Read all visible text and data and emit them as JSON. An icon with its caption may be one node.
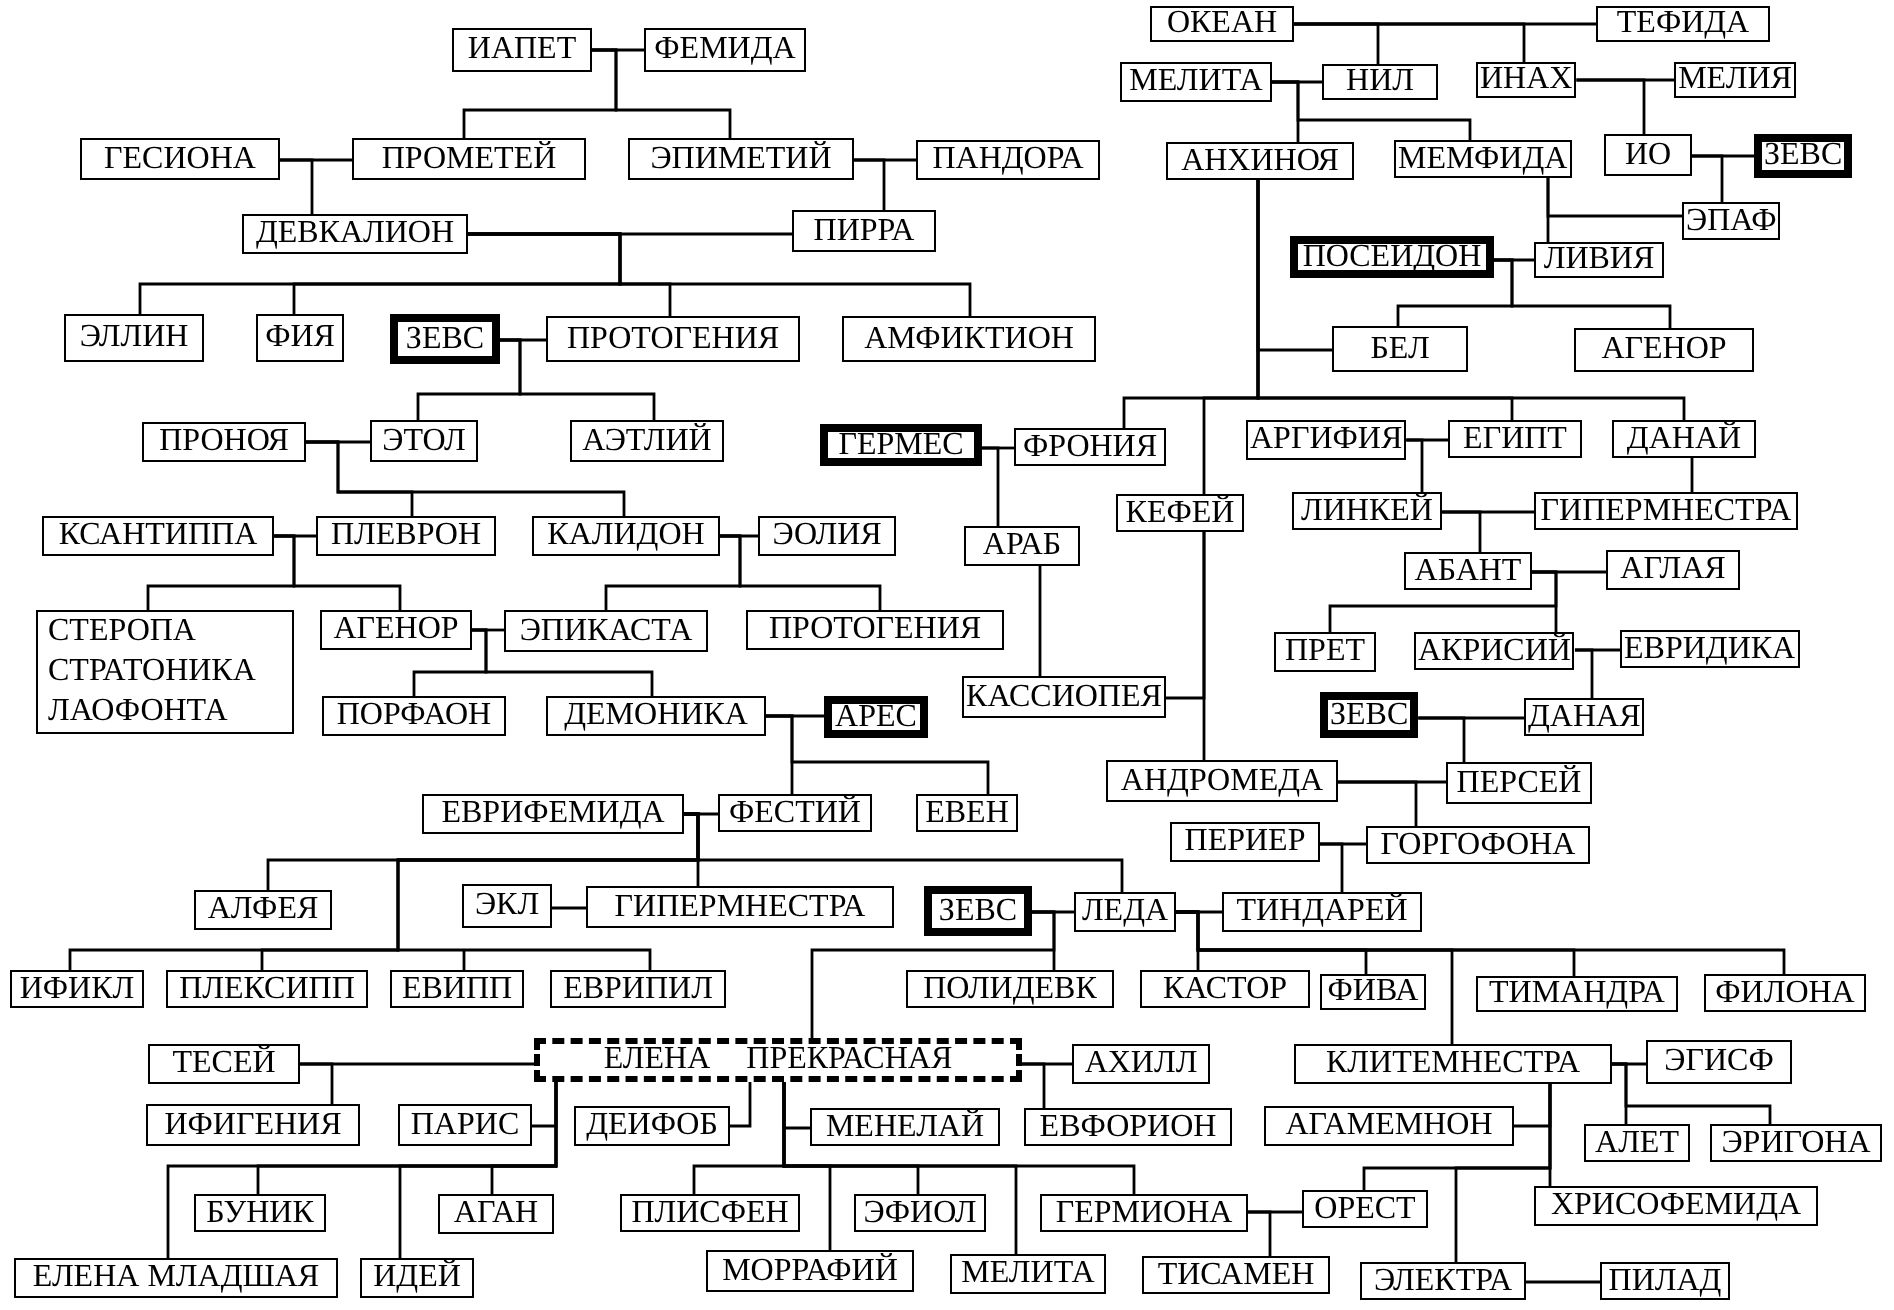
{
  "diagram": {
    "nodes": [
      {
        "text": [
          "ОКЕАН"
        ]
      },
      {
        "text": [
          "ТЕФИДА"
        ]
      },
      {
        "text": [
          "ИАПЕТ"
        ]
      },
      {
        "text": [
          "ФЕМИДА"
        ]
      },
      {
        "text": [
          "МЕЛИТА"
        ]
      },
      {
        "text": [
          "НИЛ"
        ]
      },
      {
        "text": [
          "ИНАХ"
        ]
      },
      {
        "text": [
          "МЕЛИЯ"
        ]
      },
      {
        "text": [
          "ГЕСИОНА"
        ]
      },
      {
        "text": [
          "ПРОМЕТЕЙ"
        ]
      },
      {
        "text": [
          "ЭПИМЕТИЙ"
        ]
      },
      {
        "text": [
          "ПАНДОРА"
        ]
      },
      {
        "text": [
          "АНХИНОЯ"
        ]
      },
      {
        "text": [
          "МЕМФИДА"
        ]
      },
      {
        "text": [
          "ИО"
        ]
      },
      {
        "text": [
          "ЗЕВС"
        ]
      },
      {
        "text": [
          "ЭПАФ"
        ]
      },
      {
        "text": [
          "ДЕВКАЛИОН"
        ]
      },
      {
        "text": [
          "ПИРРА"
        ]
      },
      {
        "text": [
          "ПОСЕЙДОН"
        ]
      },
      {
        "text": [
          "ЛИВИЯ"
        ]
      },
      {
        "text": [
          "ЭЛЛИН"
        ]
      },
      {
        "text": [
          "ФИЯ"
        ]
      },
      {
        "text": [
          "ЗЕВС"
        ]
      },
      {
        "text": [
          "ПРОТОГЕНИЯ"
        ]
      },
      {
        "text": [
          "АМФИКТИОН"
        ]
      },
      {
        "text": [
          "БЕЛ"
        ]
      },
      {
        "text": [
          "АГЕНОР"
        ]
      },
      {
        "text": [
          "ПРОНОЯ"
        ]
      },
      {
        "text": [
          "ЭТОЛ"
        ]
      },
      {
        "text": [
          "АЭТЛИЙ"
        ]
      },
      {
        "text": [
          "ГЕРМЕС"
        ]
      },
      {
        "text": [
          "ФРОНИЯ"
        ]
      },
      {
        "text": [
          "АРГИФИЯ"
        ]
      },
      {
        "text": [
          "ЕГИПТ"
        ]
      },
      {
        "text": [
          "ДАНАЙ"
        ]
      },
      {
        "text": [
          "ЛИНКЕЙ"
        ]
      },
      {
        "text": [
          "ГИПЕРМНЕСТРА"
        ]
      },
      {
        "text": [
          "КЕФЕЙ"
        ]
      },
      {
        "text": [
          "КСАНТИППА"
        ]
      },
      {
        "text": [
          "ПЛЕВРОН"
        ]
      },
      {
        "text": [
          "КАЛИДОН"
        ]
      },
      {
        "text": [
          "ЭОЛИЯ"
        ]
      },
      {
        "text": [
          "АРАБ"
        ]
      },
      {
        "text": [
          "АБАНТ"
        ]
      },
      {
        "text": [
          "АГЛАЯ"
        ]
      },
      {
        "text": [
          "СТЕРОПА",
          "СТРАТОНИКА",
          "ЛАОФОНТА"
        ]
      },
      {
        "text": [
          "АГЕНОР"
        ]
      },
      {
        "text": [
          "ЭПИКАСТА"
        ]
      },
      {
        "text": [
          "ПРОТОГЕНИЯ"
        ]
      },
      {
        "text": [
          "ПРЕТ"
        ]
      },
      {
        "text": [
          "АКРИСИЙ"
        ]
      },
      {
        "text": [
          "ЕВРИДИКА"
        ]
      },
      {
        "text": [
          "КАССИОПЕЯ"
        ]
      },
      {
        "text": [
          "ЗЕВС"
        ]
      },
      {
        "text": [
          "ДАНАЯ"
        ]
      },
      {
        "text": [
          "ПОРФАОН"
        ]
      },
      {
        "text": [
          "ДЕМОНИКА"
        ]
      },
      {
        "text": [
          "АРЕС"
        ]
      },
      {
        "text": [
          "АНДРОМЕДА"
        ]
      },
      {
        "text": [
          "ПЕРСЕЙ"
        ]
      },
      {
        "text": [
          "ЕВРИФЕМИДА"
        ]
      },
      {
        "text": [
          "ФЕСТИЙ"
        ]
      },
      {
        "text": [
          "ЕВЕН"
        ]
      },
      {
        "text": [
          "ПЕРИЕР"
        ]
      },
      {
        "text": [
          "ГОРГОФОНА"
        ]
      },
      {
        "text": [
          "ЭКЛ"
        ]
      },
      {
        "text": [
          "ГИПЕРМНЕСТРА"
        ]
      },
      {
        "text": [
          "АЛФЕЯ"
        ]
      },
      {
        "text": [
          "ЗЕВС"
        ]
      },
      {
        "text": [
          "ЛЕДА"
        ]
      },
      {
        "text": [
          "ТИНДАРЕЙ"
        ]
      },
      {
        "text": [
          "ИФИКЛ"
        ]
      },
      {
        "text": [
          "ПЛЕКСИПП"
        ]
      },
      {
        "text": [
          "ЕВИПП"
        ]
      },
      {
        "text": [
          "ЕВРИПИЛ"
        ]
      },
      {
        "text": [
          "ПОЛИДЕВК"
        ]
      },
      {
        "text": [
          "КАСТОР"
        ]
      },
      {
        "text": [
          "ФИВА"
        ]
      },
      {
        "text": [
          "ТИМАНДРА"
        ]
      },
      {
        "text": [
          "ФИЛОНА"
        ]
      },
      {
        "text": [
          "ТЕСЕЙ"
        ]
      },
      {
        "text": [
          "ЕЛЕНА ПРЕКРАСНАЯ"
        ]
      },
      {
        "text": [
          "АХИЛЛ"
        ]
      },
      {
        "text": [
          "КЛИТЕМНЕСТРА"
        ]
      },
      {
        "text": [
          "ЭГИСФ"
        ]
      },
      {
        "text": [
          "ИФИГЕНИЯ"
        ]
      },
      {
        "text": [
          "ПАРИС"
        ]
      },
      {
        "text": [
          "ДЕИФОБ"
        ]
      },
      {
        "text": [
          "МЕНЕЛАЙ"
        ]
      },
      {
        "text": [
          "ЕВФОРИОН"
        ]
      },
      {
        "text": [
          "АГАМЕМНОН"
        ]
      },
      {
        "text": [
          "АЛЕТ"
        ]
      },
      {
        "text": [
          "ЭРИГОНА"
        ]
      },
      {
        "text": [
          "БУНИК"
        ]
      },
      {
        "text": [
          "АГАН"
        ]
      },
      {
        "text": [
          "ПЛИСФЕН"
        ]
      },
      {
        "text": [
          "ЭФИОЛ"
        ]
      },
      {
        "text": [
          "ГЕРМИОНА"
        ]
      },
      {
        "text": [
          "ОРЕСТ"
        ]
      },
      {
        "text": [
          "ХРИСОФЕМИДА"
        ]
      },
      {
        "text": [
          "МОРРАФИЙ"
        ]
      },
      {
        "text": [
          "ЕЛЕНА МЛАДШАЯ"
        ]
      },
      {
        "text": [
          "ИДЕЙ"
        ]
      },
      {
        "text": [
          "МЕЛИТА"
        ]
      },
      {
        "text": [
          "ТИСАМЕН"
        ]
      },
      {
        "text": [
          "ЭЛЕКТРА"
        ]
      },
      {
        "text": [
          "ПИЛАД"
        ]
      }
    ],
    "edges": [
      {
        "from": 0,
        "to": 1,
        "arrow": "none"
      },
      {
        "from": 0,
        "to": 5,
        "arrow": "none"
      },
      {
        "from": 0,
        "to": 6,
        "arrow": "none"
      },
      {
        "from": 2,
        "to": 3,
        "arrow": "none"
      },
      {
        "from": 2,
        "to": 9,
        "arrow": "none"
      },
      {
        "from": 2,
        "to": 10,
        "arrow": "none"
      },
      {
        "from": 4,
        "to": 5,
        "arrow": "none"
      },
      {
        "from": 4,
        "to": 12,
        "arrow": "none"
      },
      {
        "from": 4,
        "to": 13,
        "arrow": "none"
      },
      {
        "from": 6,
        "to": 7,
        "arrow": "none"
      },
      {
        "from": 6,
        "to": 14,
        "arrow": "none"
      },
      {
        "from": 8,
        "to": 9,
        "arrow": "none"
      },
      {
        "from": 8,
        "to": 17,
        "arrow": "none"
      },
      {
        "from": 10,
        "to": 11,
        "arrow": "none"
      },
      {
        "from": 10,
        "to": 18,
        "arrow": "none"
      },
      {
        "from": 14,
        "to": 15,
        "arrow": "none"
      },
      {
        "from": 14,
        "to": 16,
        "arrow": "none"
      },
      {
        "from": 13,
        "to": 16,
        "arrow": "none"
      },
      {
        "from": 13,
        "to": 20,
        "arrow": "none"
      },
      {
        "from": 17,
        "to": 18,
        "arrow": "none"
      },
      {
        "from": 17,
        "to": 21,
        "arrow": "none"
      },
      {
        "from": 17,
        "to": 22,
        "arrow": "none"
      },
      {
        "from": 17,
        "to": 24,
        "arrow": "none"
      },
      {
        "from": 17,
        "to": 25,
        "arrow": "none"
      },
      {
        "from": 19,
        "to": 20,
        "arrow": "none"
      },
      {
        "from": 19,
        "to": 26,
        "arrow": "none"
      },
      {
        "from": 19,
        "to": 27,
        "arrow": "none"
      },
      {
        "from": 23,
        "to": 24,
        "arrow": "none"
      },
      {
        "from": 23,
        "to": 29,
        "arrow": "none"
      },
      {
        "from": 23,
        "to": 30,
        "arrow": "none"
      },
      {
        "from": 12,
        "to": 26,
        "arrow": "none"
      },
      {
        "from": 12,
        "to": 32,
        "arrow": "none"
      },
      {
        "from": 12,
        "to": 38,
        "arrow": "none"
      },
      {
        "from": 12,
        "to": 34,
        "arrow": "none"
      },
      {
        "from": 12,
        "to": 35,
        "arrow": "none"
      },
      {
        "from": 28,
        "to": 29,
        "arrow": "none"
      },
      {
        "from": 28,
        "to": 40,
        "arrow": "none"
      },
      {
        "from": 28,
        "to": 41,
        "arrow": "none"
      },
      {
        "from": 31,
        "to": 32,
        "arrow": "none"
      },
      {
        "from": 31,
        "to": 43,
        "arrow": "none"
      },
      {
        "from": 33,
        "to": 34,
        "arrow": "none"
      },
      {
        "from": 33,
        "to": 36,
        "arrow": "none"
      },
      {
        "from": 35,
        "to": 37,
        "arrow": "none"
      },
      {
        "from": 36,
        "to": 37,
        "arrow": "none"
      },
      {
        "from": 36,
        "to": 44,
        "arrow": "none"
      },
      {
        "from": 39,
        "to": 40,
        "arrow": "none"
      },
      {
        "from": 39,
        "to": 46,
        "arrow": "none"
      },
      {
        "from": 39,
        "to": 47,
        "arrow": "none"
      },
      {
        "from": 41,
        "to": 42,
        "arrow": "none"
      },
      {
        "from": 41,
        "to": 48,
        "arrow": "none"
      },
      {
        "from": 41,
        "to": 49,
        "arrow": "none"
      },
      {
        "from": 43,
        "to": 53,
        "arrow": "none"
      },
      {
        "from": 44,
        "to": 45,
        "arrow": "none"
      },
      {
        "from": 44,
        "to": 50,
        "arrow": "none"
      },
      {
        "from": 44,
        "to": 51,
        "arrow": "none"
      },
      {
        "from": 51,
        "to": 52,
        "arrow": "none"
      },
      {
        "from": 51,
        "to": 55,
        "arrow": "none"
      },
      {
        "from": 47,
        "to": 48,
        "arrow": "none"
      },
      {
        "from": 47,
        "to": 56,
        "arrow": "none"
      },
      {
        "from": 47,
        "to": 57,
        "arrow": "none"
      },
      {
        "from": 38,
        "to": 53,
        "arrow": "none"
      },
      {
        "from": 38,
        "to": 59,
        "arrow": "none"
      },
      {
        "from": 54,
        "to": 55,
        "arrow": "none"
      },
      {
        "from": 54,
        "to": 60,
        "arrow": "none"
      },
      {
        "from": 57,
        "to": 58,
        "arrow": "none"
      },
      {
        "from": 57,
        "to": 62,
        "arrow": "none"
      },
      {
        "from": 57,
        "to": 63,
        "arrow": "none"
      },
      {
        "from": 59,
        "to": 60,
        "arrow": "none"
      },
      {
        "from": 59,
        "to": 65,
        "arrow": "none"
      },
      {
        "from": 61,
        "to": 62,
        "arrow": "none"
      },
      {
        "from": 61,
        "to": 68,
        "arrow": "none"
      },
      {
        "from": 61,
        "to": 67,
        "arrow": "none"
      },
      {
        "from": 61,
        "to": 70,
        "arrow": "none"
      },
      {
        "from": 61,
        "to": 72,
        "arrow": "none"
      },
      {
        "from": 61,
        "to": 73,
        "arrow": "none"
      },
      {
        "from": 61,
        "to": 74,
        "arrow": "none"
      },
      {
        "from": 61,
        "to": 75,
        "arrow": "none"
      },
      {
        "from": 64,
        "to": 65,
        "arrow": "none"
      },
      {
        "from": 64,
        "to": 71,
        "arrow": "none"
      },
      {
        "from": 66,
        "to": 67,
        "arrow": "none"
      },
      {
        "from": 69,
        "to": 70,
        "arrow": "none"
      },
      {
        "from": 69,
        "to": 76,
        "arrow": "none"
      },
      {
        "from": 69,
        "to": 82,
        "arrow": "none"
      },
      {
        "from": 70,
        "to": 71,
        "arrow": "none"
      },
      {
        "from": 70,
        "to": 77,
        "arrow": "none"
      },
      {
        "from": 70,
        "to": 78,
        "arrow": "none"
      },
      {
        "from": 70,
        "to": 84,
        "arrow": "none"
      },
      {
        "from": 70,
        "to": 79,
        "arrow": "none"
      },
      {
        "from": 70,
        "to": 80,
        "arrow": "none"
      },
      {
        "from": 81,
        "to": 82,
        "arrow": "none"
      },
      {
        "from": 81,
        "to": 86,
        "arrow": "none"
      },
      {
        "from": 82,
        "to": 83,
        "arrow": "none"
      },
      {
        "from": 82,
        "to": 90,
        "arrow": "none"
      },
      {
        "from": 84,
        "to": 85,
        "arrow": "none"
      },
      {
        "from": 84,
        "to": 92,
        "arrow": "none"
      },
      {
        "from": 84,
        "to": 93,
        "arrow": "none"
      },
      {
        "from": 91,
        "to": 84,
        "arrow": "none"
      },
      {
        "from": 87,
        "to": 82,
        "arrow": "none"
      },
      {
        "from": 82,
        "to": 88,
        "arrow": "none"
      },
      {
        "from": 82,
        "to": 89,
        "arrow": "none"
      },
      {
        "from": 82,
        "to": 102,
        "arrow": "none"
      },
      {
        "from": 82,
        "to": 94,
        "arrow": "none"
      },
      {
        "from": 82,
        "to": 103,
        "arrow": "none"
      },
      {
        "from": 82,
        "to": 95,
        "arrow": "none"
      },
      {
        "from": 82,
        "to": 96,
        "arrow": "none"
      },
      {
        "from": 82,
        "to": 101,
        "arrow": "none"
      },
      {
        "from": 82,
        "to": 97,
        "arrow": "none"
      },
      {
        "from": 82,
        "to": 104,
        "arrow": "none"
      },
      {
        "from": 82,
        "to": 98,
        "arrow": "none"
      },
      {
        "from": 84,
        "to": 99,
        "arrow": "none"
      },
      {
        "from": 84,
        "to": 106,
        "arrow": "none"
      },
      {
        "from": 84,
        "to": 100,
        "arrow": "none"
      },
      {
        "from": 98,
        "to": 99,
        "arrow": "none"
      },
      {
        "from": 98,
        "to": 105,
        "arrow": "none"
      },
      {
        "from": 106,
        "to": 107,
        "arrow": "none"
      }
    ]
  }
}
